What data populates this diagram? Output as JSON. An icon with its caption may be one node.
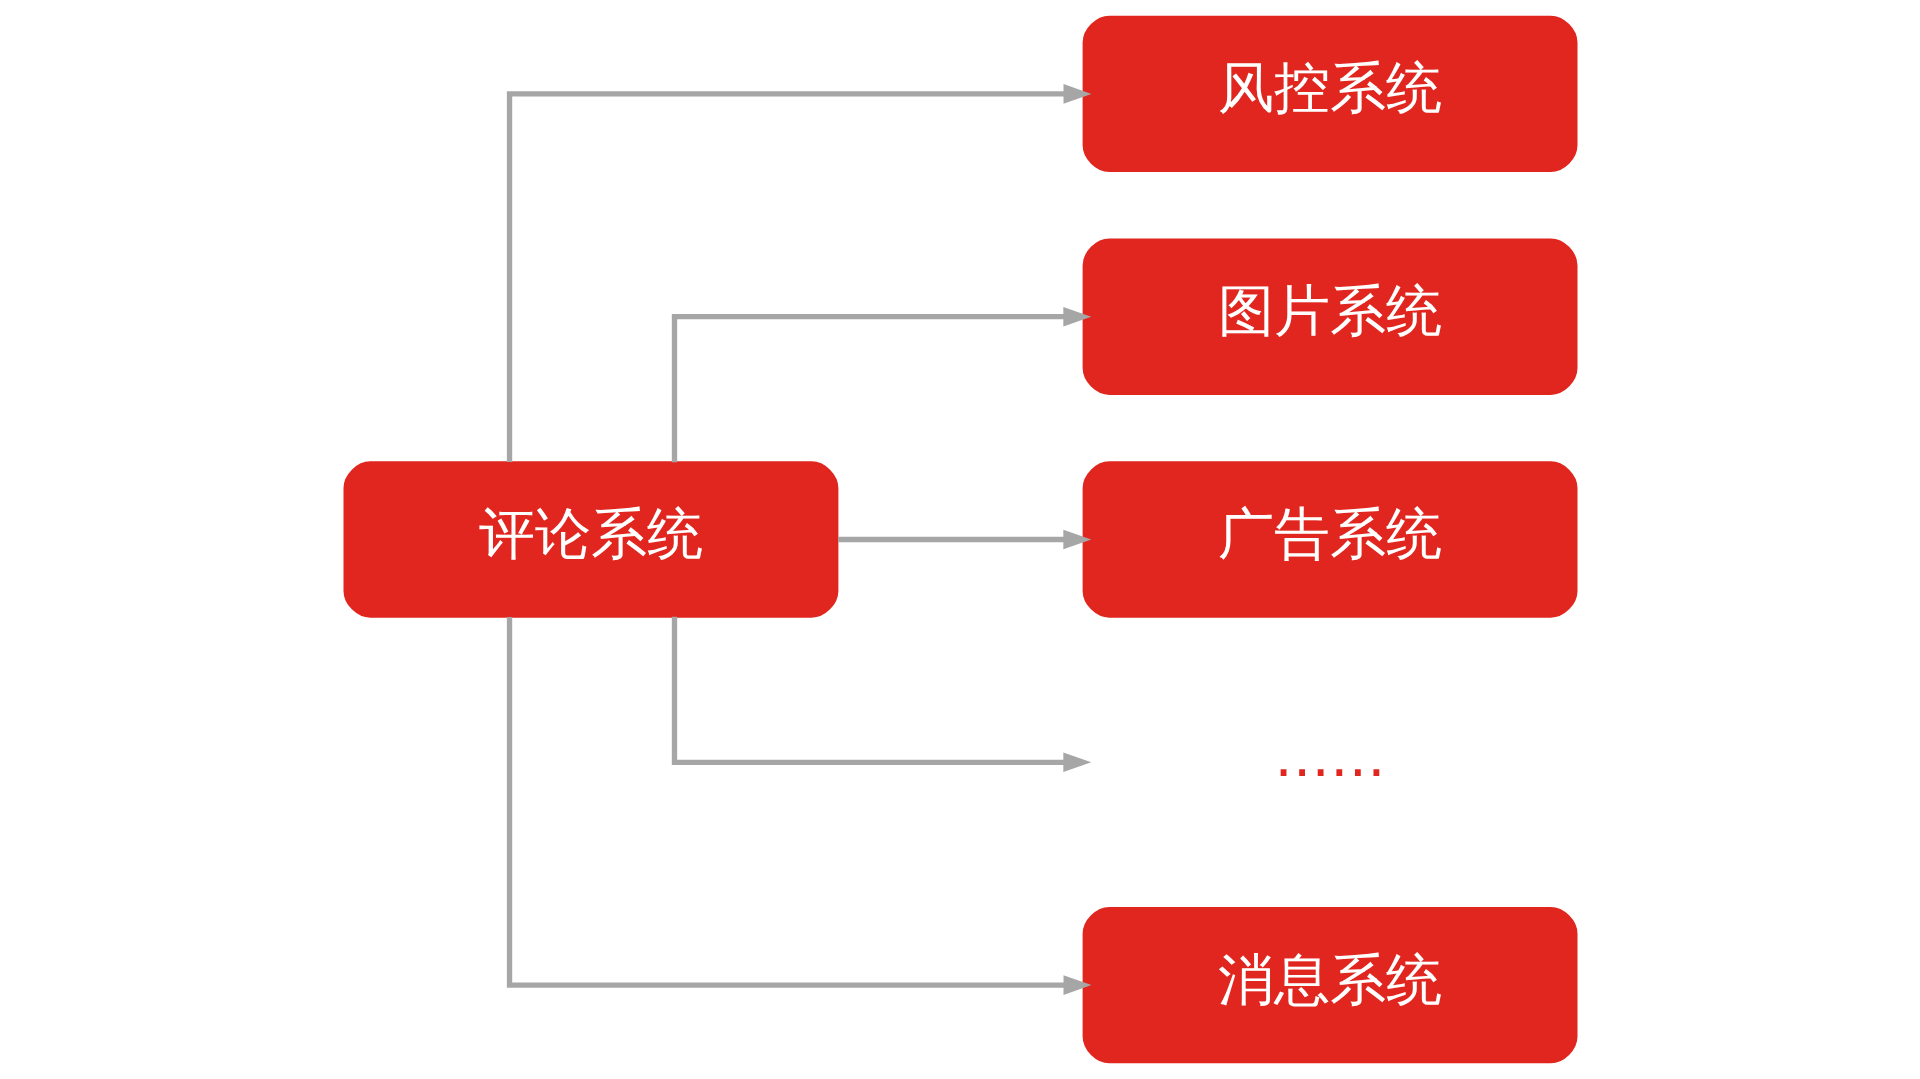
{
  "diagram": {
    "nodes": [
      {
        "text": [
          "评论系统"
        ]
      },
      {
        "text": [
          "风控系统"
        ]
      },
      {
        "text": [
          "图片系统"
        ]
      },
      {
        "text": [
          "广告系统"
        ]
      },
      {
        "text": [
          "……"
        ]
      },
      {
        "text": [
          "消息系统"
        ]
      }
    ],
    "edges": [
      {
        "from": 0,
        "to": 1,
        "arrow": "to"
      },
      {
        "from": 0,
        "to": 2,
        "arrow": "to"
      },
      {
        "from": 0,
        "to": 3,
        "arrow": "to"
      },
      {
        "from": 0,
        "to": 4,
        "arrow": "to"
      },
      {
        "from": 0,
        "to": 5,
        "arrow": "to"
      }
    ]
  }
}
